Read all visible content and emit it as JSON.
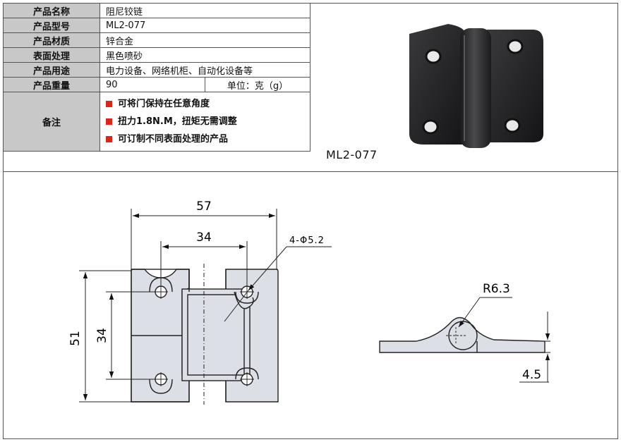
{
  "spec": {
    "name_label": "产品名称",
    "name_value": "阻尼铰链",
    "model_label": "产品型号",
    "model_value": "ML2-077",
    "material_label": "产品材质",
    "material_value": "锌合金",
    "surface_label": "表面处理",
    "surface_value": "黑色喷砂",
    "use_label": "产品用途",
    "use_value": "电力设备、网络机柜、自动化设备等",
    "weight_label": "产品重量",
    "weight_value": "90",
    "weight_unit": "单位：克（g）",
    "notes_label": "备注",
    "notes": [
      "可将门保持在任意角度",
      "扭力1.8N.M，扭矩无需调整",
      "可订制不同表面处理的产品"
    ]
  },
  "photo": {
    "model_caption": "ML2-077"
  },
  "drawing": {
    "width_overall": "57",
    "hole_spacing_h": "34",
    "hole_callout": "4-Φ5.2",
    "height_overall": "51",
    "hole_spacing_v": "34",
    "radius": "R6.3",
    "thickness": "4.5"
  },
  "colors": {
    "part_fill": "#dcdfe6",
    "label_bg": "#c8c8c8",
    "bullet": "#d8261c"
  }
}
